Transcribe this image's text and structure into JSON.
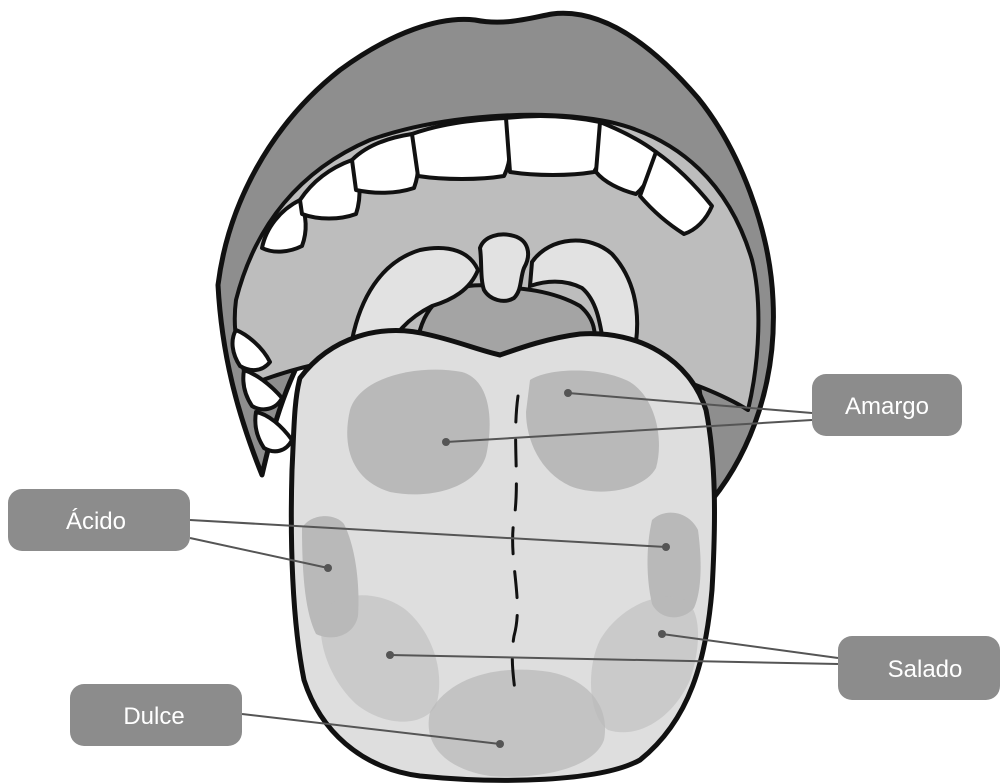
{
  "labels": {
    "amargo": "Amargo",
    "acido": "Ácido",
    "salado": "Salado",
    "dulce": "Dulce"
  },
  "colors": {
    "label_background": "#8c8c8c",
    "label_text": "#ffffff",
    "outline": "#111111",
    "lips": "#8e8e8e",
    "mouth_interior": "#bdbdbd",
    "throat": "#a4a4a4",
    "tongue": "#dedede",
    "taste_zone": "#b9b9b9",
    "teeth": "#ffffff",
    "leader_line": "#555555"
  }
}
